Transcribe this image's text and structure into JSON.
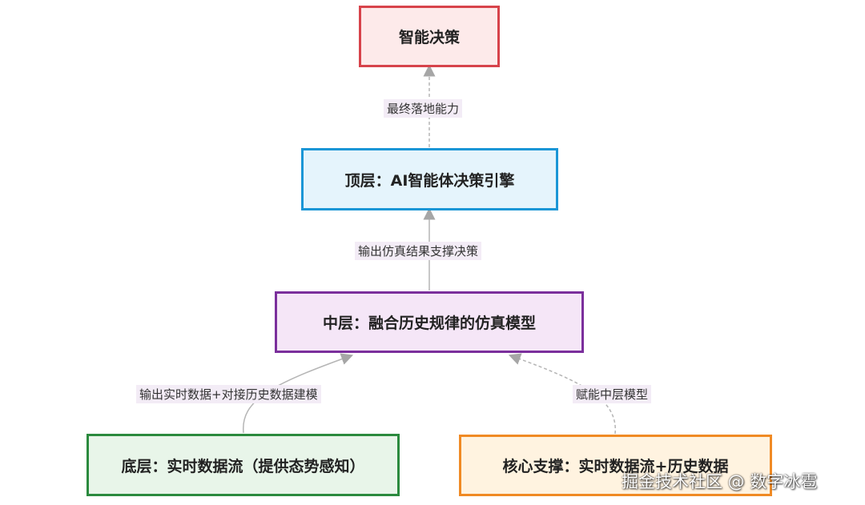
{
  "nodes": {
    "decision": "智能决策",
    "ai_engine": "顶层：AI智能体决策引擎",
    "simulation": "中层：融合历史规律的仿真模型",
    "realtime": "底层：实时数据流（提供态势感知）",
    "core_support": "核心支撑：实时数据流+历史数据"
  },
  "edges": {
    "ai_to_decision": "最终落地能力",
    "sim_to_ai": "输出仿真结果支撑决策",
    "realtime_to_sim": "输出实时数据+对接历史数据建模",
    "core_to_sim": "赋能中层模型"
  },
  "watermark": "掘金技术社区 @ 数字冰雹",
  "colors": {
    "decision_border": "#d7434b",
    "ai_border": "#1b96d6",
    "sim_border": "#7b2f9c",
    "realtime_border": "#2b8a3e",
    "core_border": "#f08a24",
    "edge": "#aaaaaa"
  }
}
